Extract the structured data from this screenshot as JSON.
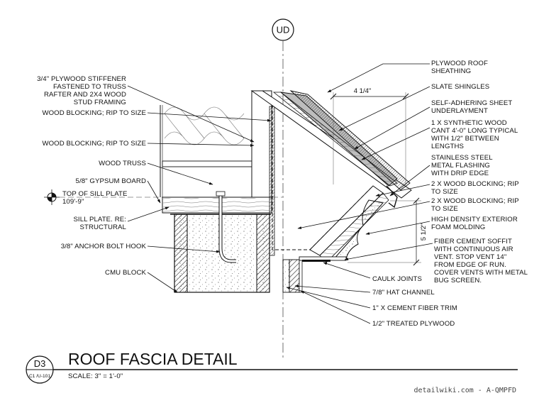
{
  "grid_bubble": "UD",
  "detail": {
    "number": "D3",
    "sheet_ref": "C1 /U-101",
    "title": "ROOF FASCIA DETAIL",
    "scale": "SCALE:  3\" = 1'-0\""
  },
  "watermark": "detailwiki.com - A-QMPFD",
  "elevation": {
    "label": "TOP OF SILL PLATE",
    "value": "109'-9\""
  },
  "dimensions": {
    "horizontal": "4 1/4\"",
    "vertical": "5 1/2\""
  },
  "callouts_left": [
    {
      "lines": [
        "3/4\" PLYWOOD STIFFENER",
        "FASTENED TO TRUSS",
        "RAFTER AND 2X4 WOOD",
        "STUD FRAMING"
      ]
    },
    {
      "lines": [
        "WOOD BLOCKING; RIP TO SIZE"
      ]
    },
    {
      "lines": [
        "WOOD BLOCKING; RIP TO SIZE"
      ]
    },
    {
      "lines": [
        "WOOD TRUSS"
      ]
    },
    {
      "lines": [
        "5/8\" GYPSUM BOARD"
      ]
    },
    {
      "lines": [
        "SILL PLATE. RE:",
        "STRUCTURAL"
      ]
    },
    {
      "lines": [
        "3/8\" ANCHOR BOLT HOOK"
      ]
    },
    {
      "lines": [
        "CMU BLOCK"
      ]
    }
  ],
  "callouts_right": [
    {
      "lines": [
        "PLYWOOD ROOF",
        "SHEATHING"
      ]
    },
    {
      "lines": [
        "SLATE SHINGLES"
      ]
    },
    {
      "lines": [
        "SELF-ADHERING SHEET",
        "UNDERLAYMENT"
      ]
    },
    {
      "lines": [
        "1 X SYNTHETIC WOOD",
        "CANT 4'-0\" LONG TYPICAL",
        "WITH 1/2\" BETWEEN",
        "LENGTHS"
      ]
    },
    {
      "lines": [
        "STAINLESS STEEL",
        "METAL FLASHING",
        "WITH DRIP EDGE"
      ]
    },
    {
      "lines": [
        "2 X WOOD BLOCKING; RIP",
        "TO SIZE"
      ]
    },
    {
      "lines": [
        "2 X WOOD BLOCKING; RIP",
        "TO SIZE"
      ]
    },
    {
      "lines": [
        "HIGH DENSITY EXTERIOR",
        "FOAM MOLDING"
      ]
    },
    {
      "lines": [
        "FIBER CEMENT SOFFIT",
        "WITH CONTINUOUS AIR",
        "VENT. STOP VENT 14\"",
        "FROM EDGE OF RUN.",
        "COVER VENTS WITH METAL",
        "BUG SCREEN."
      ]
    }
  ],
  "callouts_bottom": [
    {
      "lines": [
        "CAULK JOINTS"
      ]
    },
    {
      "lines": [
        "7/8\" HAT CHANNEL"
      ]
    },
    {
      "lines": [
        "1\" X CEMENT FIBER TRIM"
      ]
    },
    {
      "lines": [
        "1/2\" TREATED PLYWOOD"
      ]
    }
  ]
}
